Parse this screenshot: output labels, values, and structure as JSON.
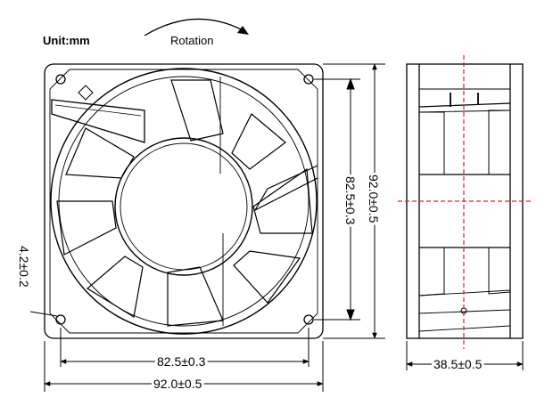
{
  "unit_label": "Unit:mm",
  "rotation_label": "Rotation",
  "dimensions": {
    "bottom_hole_spacing": "82.5±0.3",
    "bottom_overall_width": "92.0±0.5",
    "right_hole_spacing": "82.5±0.3",
    "right_overall_height": "92.0±0.5",
    "left_hole_offset": "4.2±0.2",
    "side_depth": "38.5±0.5"
  },
  "colors": {
    "line": "#000000",
    "centerline": "#e02020"
  }
}
